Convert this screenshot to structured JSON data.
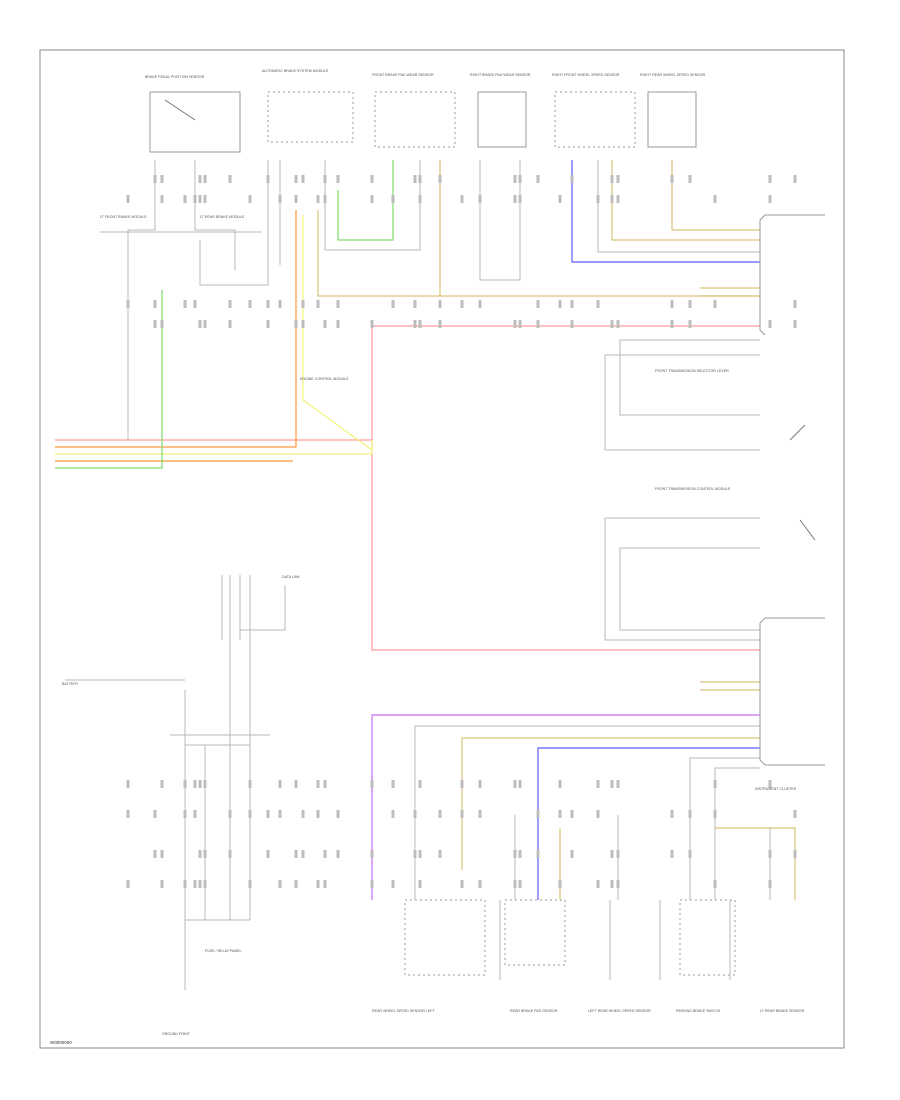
{
  "diagram": {
    "footer_code": "W0000000",
    "wire_colors": {
      "red": "#ff9a9a",
      "orange": "#ff9a3c",
      "yellow": "#f2f27a",
      "green": "#7fdc6a",
      "blue": "#5c5cff",
      "violet": "#c86cf0",
      "tan": "#d9c37a",
      "gray": "#b8b8b8",
      "dark": "#555555"
    },
    "top_components": [
      {
        "label": "BRAKE PEDAL POSITION SENSOR"
      },
      {
        "label": "AUTOMATIC BRAKE SYSTEM MODULE"
      },
      {
        "label": "FRONT BRAKE PAD WEAR SENSOR"
      },
      {
        "label": "RIGHT BRAKE PAD WEAR SENSOR"
      },
      {
        "label": "RIGHT FRONT WHEEL SPEED SENSOR"
      },
      {
        "label": "RIGHT REAR WHEEL SPEED SENSOR"
      }
    ],
    "mid_components": [
      {
        "label": "LT FRONT BRAKE MODULE"
      },
      {
        "label": "LT REAR BRAKE MODULE"
      },
      {
        "label": "ENGINE CONTROL MODULE"
      }
    ],
    "right_components": [
      {
        "label": "FRONT TRANSMISSION SELECTOR LEVER"
      },
      {
        "label": "FRONT TRANSMISSION CONTROL MODULE"
      },
      {
        "label": "INSTRUMENT CLUSTER"
      }
    ],
    "bottom_components": [
      {
        "label": "REAR WHEEL SPEED SENSOR LEFT"
      },
      {
        "label": "REAR BRAKE PAD SENSOR"
      },
      {
        "label": "LEFT REAR WHEEL SPEED SENSOR"
      },
      {
        "label": "PARKING BRAKE SWITCH"
      },
      {
        "label": "LT REAR BRAKE SENSOR"
      }
    ],
    "other_labels": {
      "fuse_panel": "FUSE / RELAY PANEL",
      "ground_point": "GROUND POINT",
      "battery": "BATTERY",
      "data_link": "DATA LINK"
    }
  }
}
